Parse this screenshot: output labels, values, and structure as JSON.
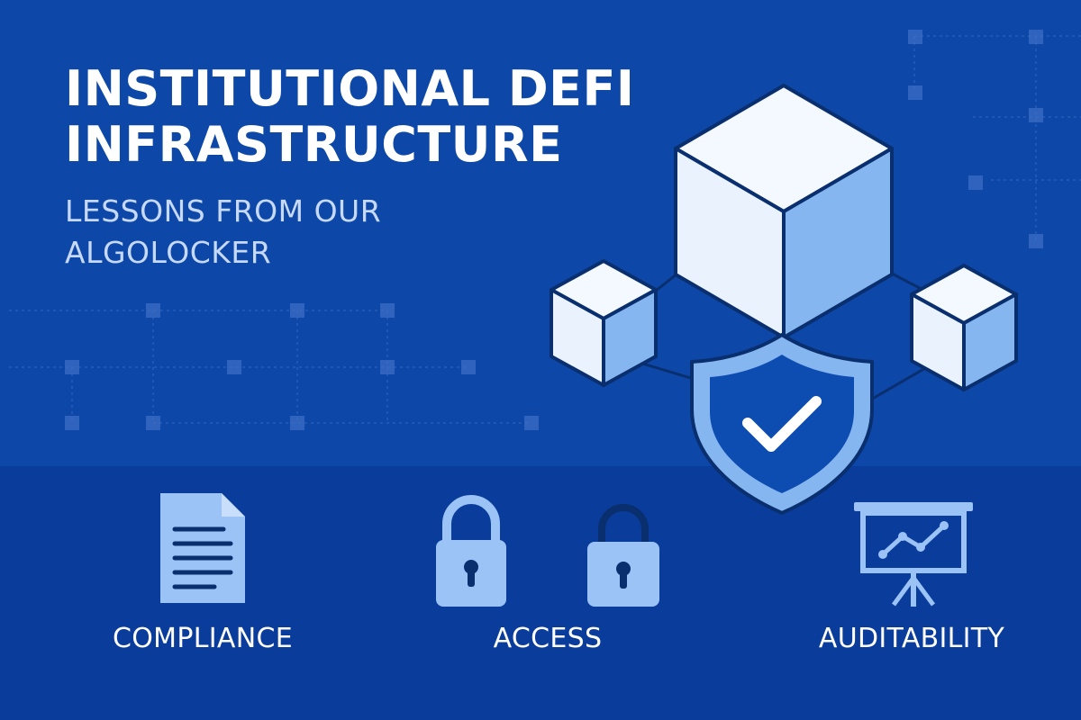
{
  "header": {
    "title_line1": "INSTITUTIONAL DEFI",
    "title_line2": "INFRASTRUCTURE",
    "subtitle_line1": "LESSONS FROM OUR",
    "subtitle_line2": "ALGOLOCKER"
  },
  "features": [
    {
      "label": "COMPLIANCE",
      "icon": "document-icon"
    },
    {
      "label": "ACCESS",
      "icon": "padlock-icon"
    },
    {
      "label": "AUDITABILITY",
      "icon": "chart-board-icon"
    }
  ],
  "hero": {
    "icons": [
      "cube-icon",
      "shield-check-icon"
    ]
  },
  "colors": {
    "background": "#0d47a8",
    "band": "#093c9b",
    "cube_light": "#eaf2fd",
    "cube_mid": "#86b6f0",
    "outline": "#0a2f6e",
    "icon": "#9cc3f5"
  }
}
